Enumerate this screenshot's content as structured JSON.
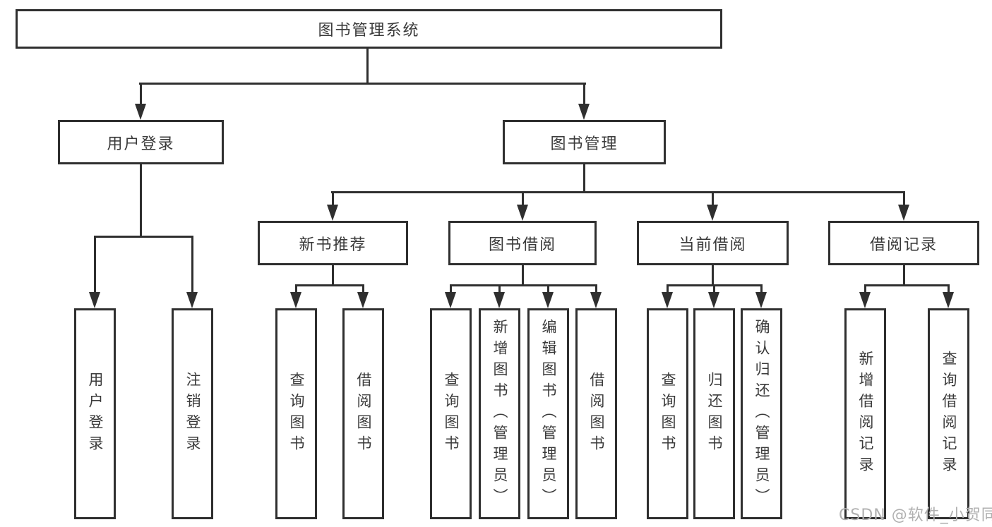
{
  "colors": {
    "background": "#ffffff",
    "box_border": "#2f2f2f",
    "connector": "#2f2f2f",
    "text": "#3a3a3a",
    "watermark": "#b0b0b0"
  },
  "watermark": "CSDN @软件_小贺同学",
  "diagram": {
    "root": {
      "label": "图书管理系统"
    },
    "level2": [
      {
        "label": "用户登录",
        "children": [
          {
            "label": "用户登录"
          },
          {
            "label": "注销登录"
          }
        ]
      },
      {
        "label": "图书管理",
        "children": [
          {
            "label": "新书推荐",
            "children": [
              {
                "label": "查询图书"
              },
              {
                "label": "借阅图书"
              }
            ]
          },
          {
            "label": "图书借阅",
            "children": [
              {
                "label": "查询图书"
              },
              {
                "label": "新增图书（管理员）"
              },
              {
                "label": "编辑图书（管理员）"
              },
              {
                "label": "借阅图书"
              }
            ]
          },
          {
            "label": "当前借阅",
            "children": [
              {
                "label": "查询图书"
              },
              {
                "label": "归还图书"
              },
              {
                "label": "确认归还（管理员）"
              }
            ]
          },
          {
            "label": "借阅记录",
            "children": [
              {
                "label": "新增借阅记录"
              },
              {
                "label": "查询借阅记录"
              }
            ]
          }
        ]
      }
    ]
  }
}
